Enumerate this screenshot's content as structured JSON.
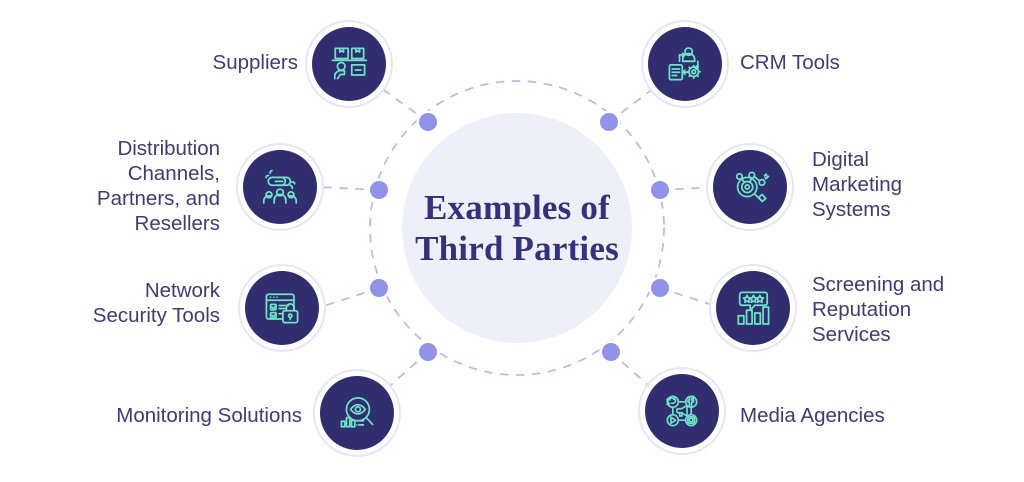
{
  "diagram": {
    "type": "radial-hub-and-spoke",
    "center": {
      "title": "Examples of\nThird Parties"
    },
    "colors": {
      "background": "#FFFFFF",
      "hub_fill": "#EFEFFA",
      "node_fill": "#302E6E",
      "icon_stroke": "#6FE3C8",
      "label_text": "#3E3C72",
      "title_text": "#34327A",
      "connector_dot": "#9093E8",
      "dashed_line": "#B9BBEC"
    },
    "nodes": [
      {
        "id": "suppliers",
        "label": "Suppliers",
        "icon": "warehouse-worker-boxes-icon",
        "side": "left"
      },
      {
        "id": "distribution-channels",
        "label": "Distribution\nChannels,\nPartners, and\nResellers",
        "icon": "chain-link-people-icon",
        "side": "left"
      },
      {
        "id": "network-security-tools",
        "label": "Network\nSecurity Tools",
        "icon": "browser-checklist-padlock-icon",
        "side": "left"
      },
      {
        "id": "monitoring-solutions",
        "label": "Monitoring Solutions",
        "icon": "magnifier-eye-chart-icon",
        "side": "left"
      },
      {
        "id": "crm-tools",
        "label": "CRM Tools",
        "icon": "person-gear-document-icon",
        "side": "right"
      },
      {
        "id": "digital-marketing-systems",
        "label": "Digital\nMarketing\nSystems",
        "icon": "magnifier-network-target-icon",
        "side": "right"
      },
      {
        "id": "screening-reputation-services",
        "label": "Screening and\nReputation\nServices",
        "icon": "star-review-bars-icon",
        "side": "right"
      },
      {
        "id": "media-agencies",
        "label": "Media Agencies",
        "icon": "social-megaphone-icon",
        "side": "right"
      }
    ]
  }
}
